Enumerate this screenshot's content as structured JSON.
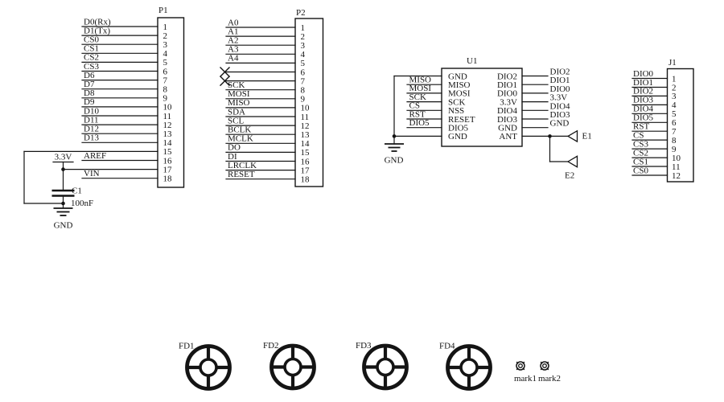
{
  "colors": {
    "ink": "#141414",
    "bg": "#ffffff"
  },
  "power": {
    "rail_3v3": "3.3V",
    "gnd": "GND"
  },
  "capacitor": {
    "ref": "C1",
    "value": "100nF"
  },
  "p1": {
    "ref": "P1",
    "pins": [
      {
        "n": "1",
        "label": "D0(Rx)"
      },
      {
        "n": "2",
        "label": "D1(Tx)"
      },
      {
        "n": "3",
        "label": "CS0"
      },
      {
        "n": "4",
        "label": "CS1"
      },
      {
        "n": "5",
        "label": "CS2"
      },
      {
        "n": "6",
        "label": "CS3"
      },
      {
        "n": "7",
        "label": "D6"
      },
      {
        "n": "8",
        "label": "D7"
      },
      {
        "n": "9",
        "label": "D8"
      },
      {
        "n": "10",
        "label": "D9"
      },
      {
        "n": "11",
        "label": "D10"
      },
      {
        "n": "12",
        "label": "D11"
      },
      {
        "n": "13",
        "label": "D12"
      },
      {
        "n": "14",
        "label": "D13"
      },
      {
        "n": "15",
        "label": ""
      },
      {
        "n": "16",
        "label": "AREF"
      },
      {
        "n": "17",
        "label": ""
      },
      {
        "n": "18",
        "label": "VIN"
      }
    ]
  },
  "p2": {
    "ref": "P2",
    "pins": [
      {
        "n": "1",
        "label": "A0"
      },
      {
        "n": "2",
        "label": "A1"
      },
      {
        "n": "3",
        "label": "A2"
      },
      {
        "n": "4",
        "label": "A3"
      },
      {
        "n": "5",
        "label": "A4"
      },
      {
        "n": "6",
        "label": "",
        "nc": true
      },
      {
        "n": "7",
        "label": "",
        "nc": true
      },
      {
        "n": "8",
        "label": "SCK"
      },
      {
        "n": "9",
        "label": "MOSI"
      },
      {
        "n": "10",
        "label": "MISO"
      },
      {
        "n": "11",
        "label": "SDA"
      },
      {
        "n": "12",
        "label": "SCL"
      },
      {
        "n": "13",
        "label": "BCLK"
      },
      {
        "n": "14",
        "label": "MCLK"
      },
      {
        "n": "15",
        "label": "DO"
      },
      {
        "n": "16",
        "label": "DI"
      },
      {
        "n": "17",
        "label": "LRCLK"
      },
      {
        "n": "18",
        "label": "RESET"
      }
    ]
  },
  "u1": {
    "ref": "U1",
    "left_pins": [
      {
        "name": "GND",
        "net": ""
      },
      {
        "name": "MISO",
        "net": "MISO"
      },
      {
        "name": "MOSI",
        "net": "MOSI"
      },
      {
        "name": "SCK",
        "net": "SCK"
      },
      {
        "name": "NSS",
        "net": "CS"
      },
      {
        "name": "RESET",
        "net": "RST"
      },
      {
        "name": "DIO5",
        "net": "DIO5"
      },
      {
        "name": "GND",
        "net": ""
      }
    ],
    "right_pins": [
      {
        "name": "DIO2",
        "net": "DIO2"
      },
      {
        "name": "DIO1",
        "net": "DIO1"
      },
      {
        "name": "DIO0",
        "net": "DIO0"
      },
      {
        "name": "3.3V",
        "net": "3.3V"
      },
      {
        "name": "DIO4",
        "net": "DIO4"
      },
      {
        "name": "DIO3",
        "net": "DIO3"
      },
      {
        "name": "GND",
        "net": "GND"
      },
      {
        "name": "ANT",
        "net": ""
      }
    ]
  },
  "j1": {
    "ref": "J1",
    "pins": [
      {
        "n": "1",
        "label": "DIO0"
      },
      {
        "n": "2",
        "label": "DIO1"
      },
      {
        "n": "3",
        "label": "DIO2"
      },
      {
        "n": "4",
        "label": "DIO3"
      },
      {
        "n": "5",
        "label": "DIO4"
      },
      {
        "n": "6",
        "label": "DIO5"
      },
      {
        "n": "7",
        "label": "RST"
      },
      {
        "n": "8",
        "label": "CS"
      },
      {
        "n": "9",
        "label": "CS3"
      },
      {
        "n": "10",
        "label": "CS2"
      },
      {
        "n": "11",
        "label": "CS1"
      },
      {
        "n": "12",
        "label": "CS0"
      }
    ]
  },
  "antennas": [
    {
      "ref": "E1"
    },
    {
      "ref": "E2"
    }
  ],
  "fiducials": [
    {
      "label": "FD1"
    },
    {
      "label": "FD2"
    },
    {
      "label": "FD3"
    },
    {
      "label": "FD4"
    }
  ],
  "marks": [
    {
      "label": "mark1"
    },
    {
      "label": "mark2"
    }
  ]
}
